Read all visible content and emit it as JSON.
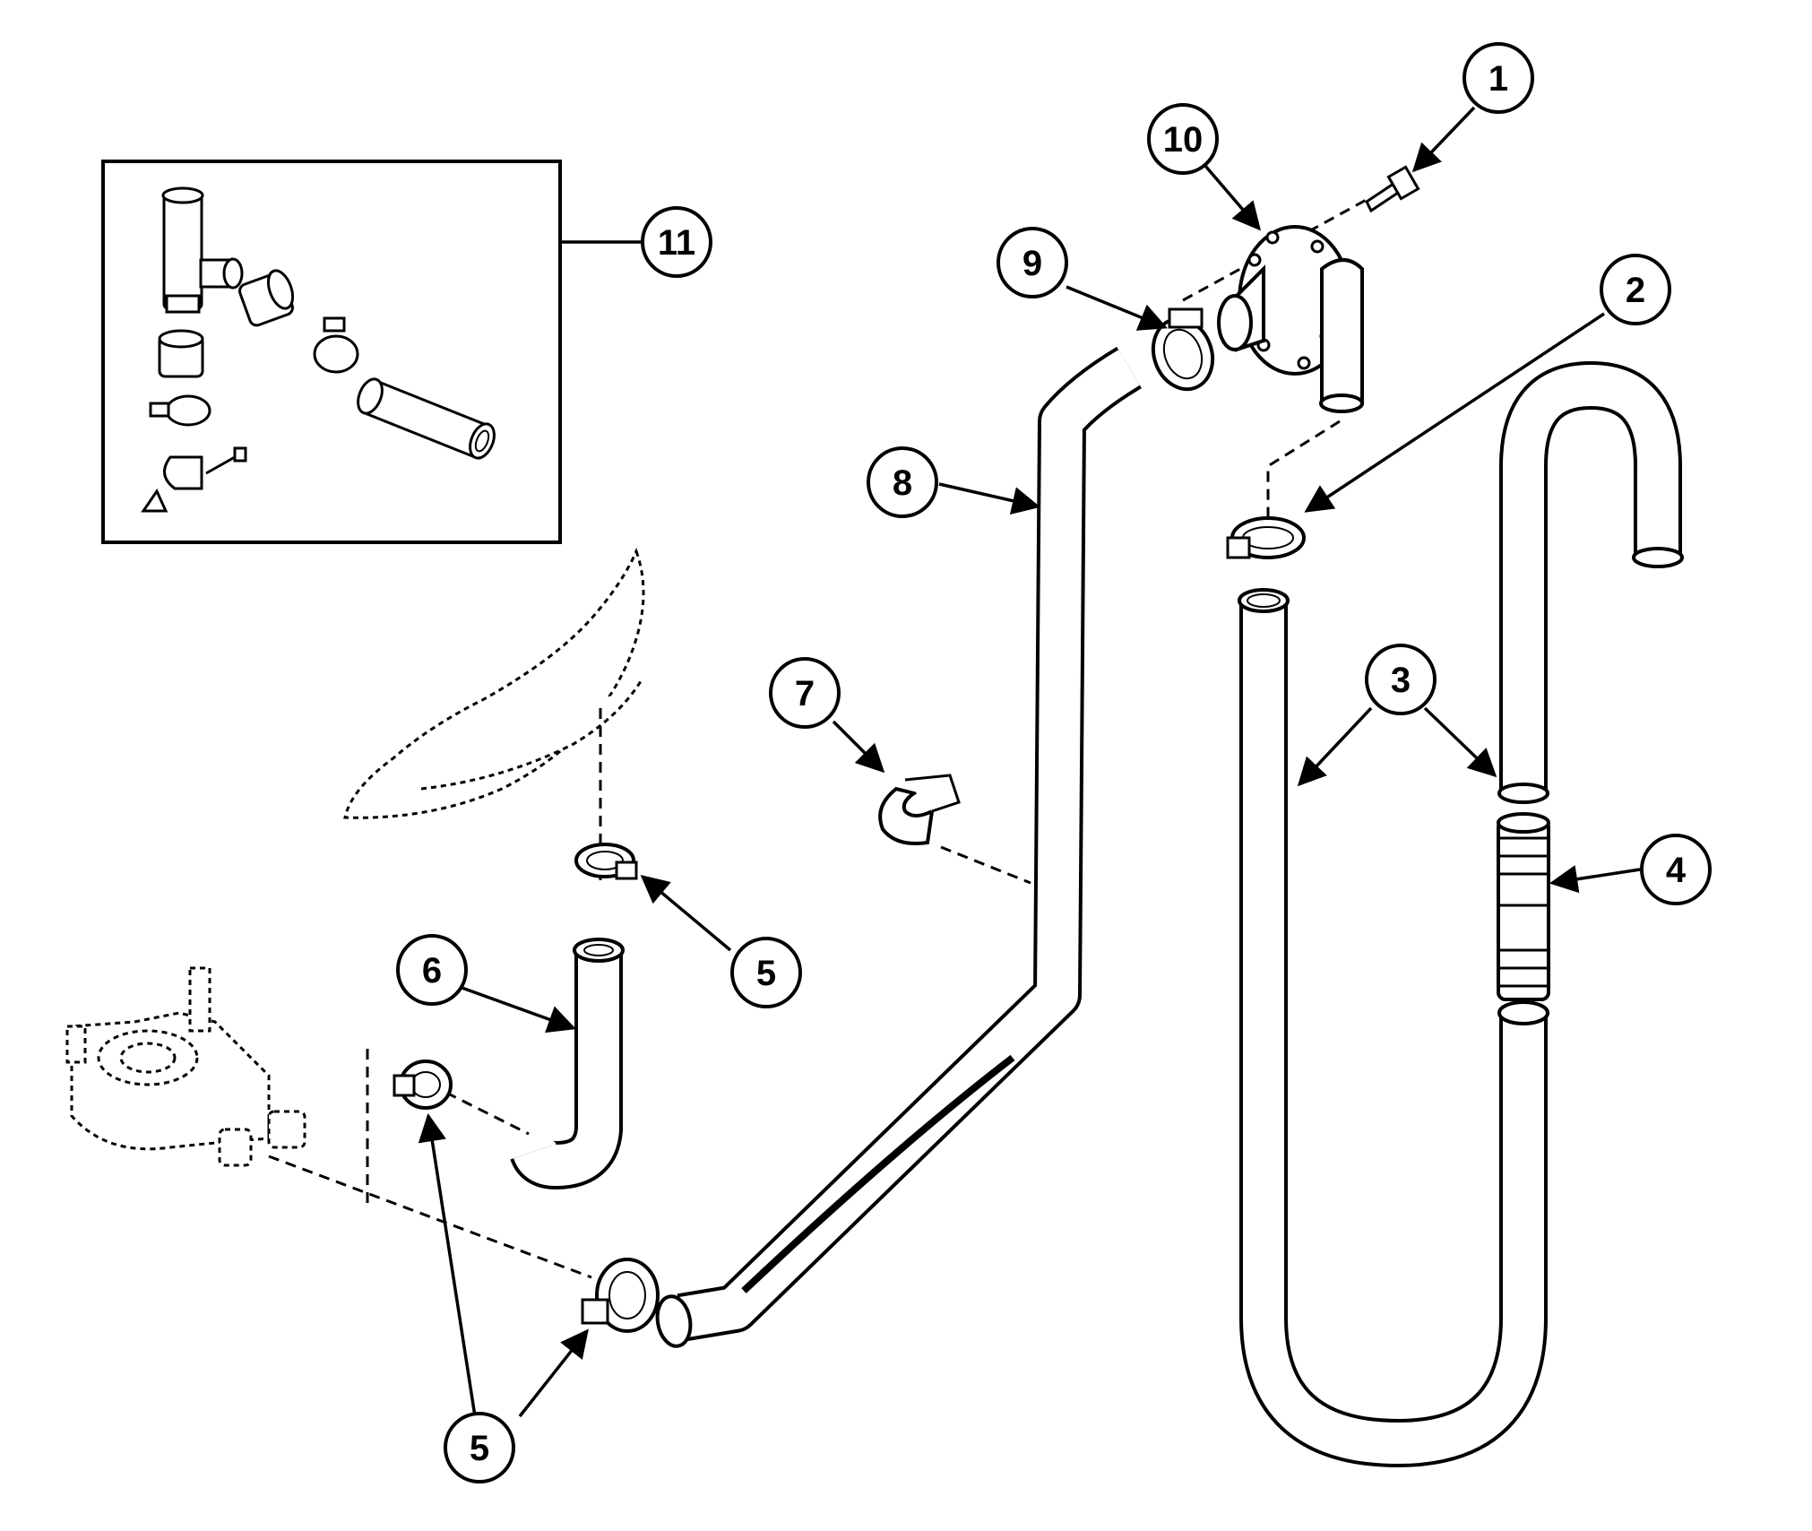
{
  "figure": {
    "callouts": [
      "1",
      "2",
      "3",
      "4",
      "5",
      "6",
      "7",
      "8",
      "9",
      "10",
      "11"
    ]
  },
  "parts": [
    {
      "label": "1",
      "name": "screw"
    },
    {
      "label": "2",
      "name": "hose-clamp"
    },
    {
      "label": "3",
      "name": "drain-hose"
    },
    {
      "label": "4",
      "name": "hose-connector"
    },
    {
      "label": "5",
      "name": "hose-clamp"
    },
    {
      "label": "6",
      "name": "hose"
    },
    {
      "label": "7",
      "name": "hose-clip"
    },
    {
      "label": "8",
      "name": "pump-hose"
    },
    {
      "label": "9",
      "name": "hose-clamp"
    },
    {
      "label": "10",
      "name": "elbow-fitting"
    },
    {
      "label": "11",
      "name": "adapter-kit"
    }
  ]
}
